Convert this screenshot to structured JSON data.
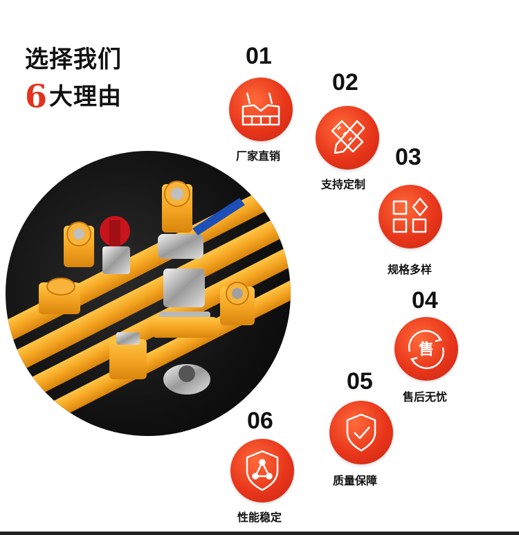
{
  "heading": {
    "line1": "选择我们",
    "line2_number": "6",
    "line2_text": "大理由"
  },
  "reasons": [
    {
      "num": "01",
      "label": "厂家直销",
      "icon": "factory-icon"
    },
    {
      "num": "02",
      "label": "支持定制",
      "icon": "ruler-pencil-icon"
    },
    {
      "num": "03",
      "label": "规格多样",
      "icon": "grid-shapes-icon"
    },
    {
      "num": "04",
      "label": "售后无忧",
      "icon": "after-sales-icon",
      "icon_text": "售"
    },
    {
      "num": "05",
      "label": "质量保障",
      "icon": "shield-check-icon"
    },
    {
      "num": "06",
      "label": "性能稳定",
      "icon": "shield-triangle-icon"
    }
  ],
  "colors": {
    "accent": "#e2331f",
    "circle": "#e8361b",
    "pipe": "#f5a623",
    "text": "#111111"
  }
}
